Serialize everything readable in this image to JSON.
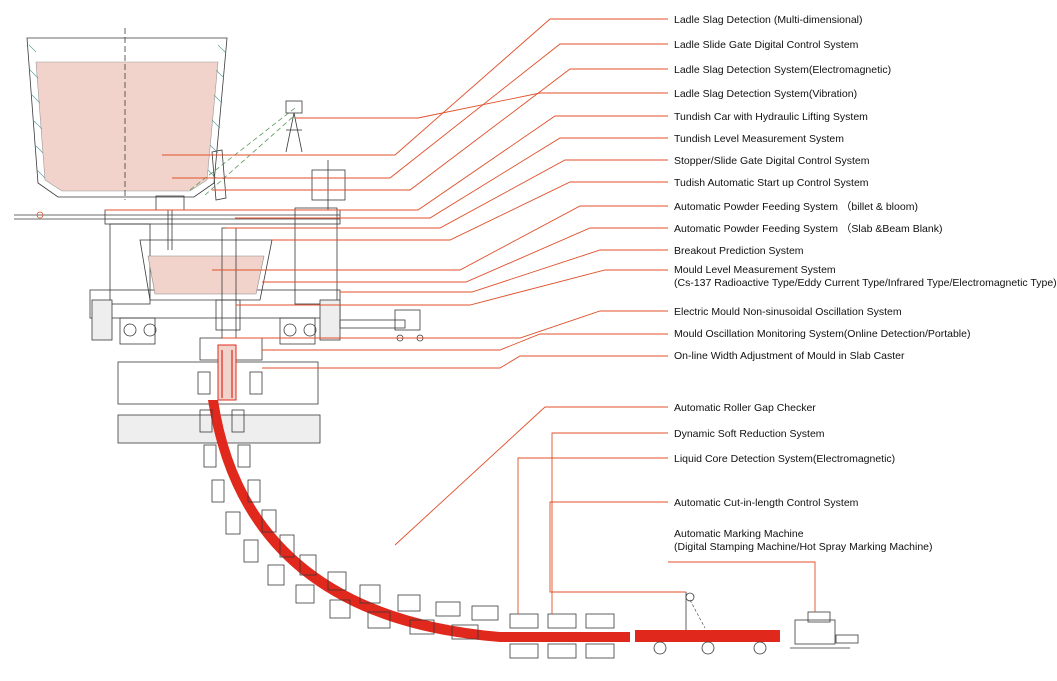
{
  "labels": [
    {
      "id": "ladle-slag-multi",
      "text": "Ladle Slag Detection (Multi-dimensional)"
    },
    {
      "id": "ladle-slide-gate",
      "text": "Ladle Slide Gate Digital Control System"
    },
    {
      "id": "ladle-slag-em",
      "text": "Ladle Slag Detection System(Electromagnetic)"
    },
    {
      "id": "ladle-slag-vib",
      "text": "Ladle Slag Detection System(Vibration)"
    },
    {
      "id": "tundish-car",
      "text": "Tundish Car with Hydraulic Lifting System"
    },
    {
      "id": "tundish-level",
      "text": "Tundish Level Measurement System"
    },
    {
      "id": "stopper-gate",
      "text": "Stopper/Slide Gate Digital Control System"
    },
    {
      "id": "tundish-startup",
      "text": "Tudish Automatic Start up Control System"
    },
    {
      "id": "powder-billet",
      "text": "Automatic Powder Feeding System  （billet & bloom)"
    },
    {
      "id": "powder-slab",
      "text": "Automatic Powder Feeding System  （Slab &Beam Blank)"
    },
    {
      "id": "breakout",
      "text": "Breakout Prediction System"
    },
    {
      "id": "mould-level",
      "text": "Mould Level Measurement System",
      "text2": "(Cs-137 Radioactive Type/Eddy Current Type/Infrared Type/Electromagnetic Type)"
    },
    {
      "id": "mould-osc",
      "text": "Electric Mould Non-sinusoidal Oscillation System"
    },
    {
      "id": "osc-monitor",
      "text": "Mould Oscillation Monitoring System(Online Detection/Portable)"
    },
    {
      "id": "width-adjust",
      "text": "On-line Width Adjustment of Mould in Slab Caster"
    },
    {
      "id": "roller-gap",
      "text": "Automatic Roller Gap Checker"
    },
    {
      "id": "soft-reduction",
      "text": "Dynamic Soft Reduction System"
    },
    {
      "id": "liquid-core",
      "text": "Liquid Core Detection System(Electromagnetic)"
    },
    {
      "id": "cut-length",
      "text": "Automatic Cut-in-length Control System"
    },
    {
      "id": "marking",
      "text": "Automatic Marking Machine",
      "text2": "(Digital Stamping Machine/Hot Spray Marking Machine)"
    }
  ],
  "colors": {
    "leader": "#e0502a",
    "strand": "#e0281c",
    "equipment": "#3a3a3a",
    "steel": "#f2d3cb",
    "hatch": "#5a9a9a"
  }
}
